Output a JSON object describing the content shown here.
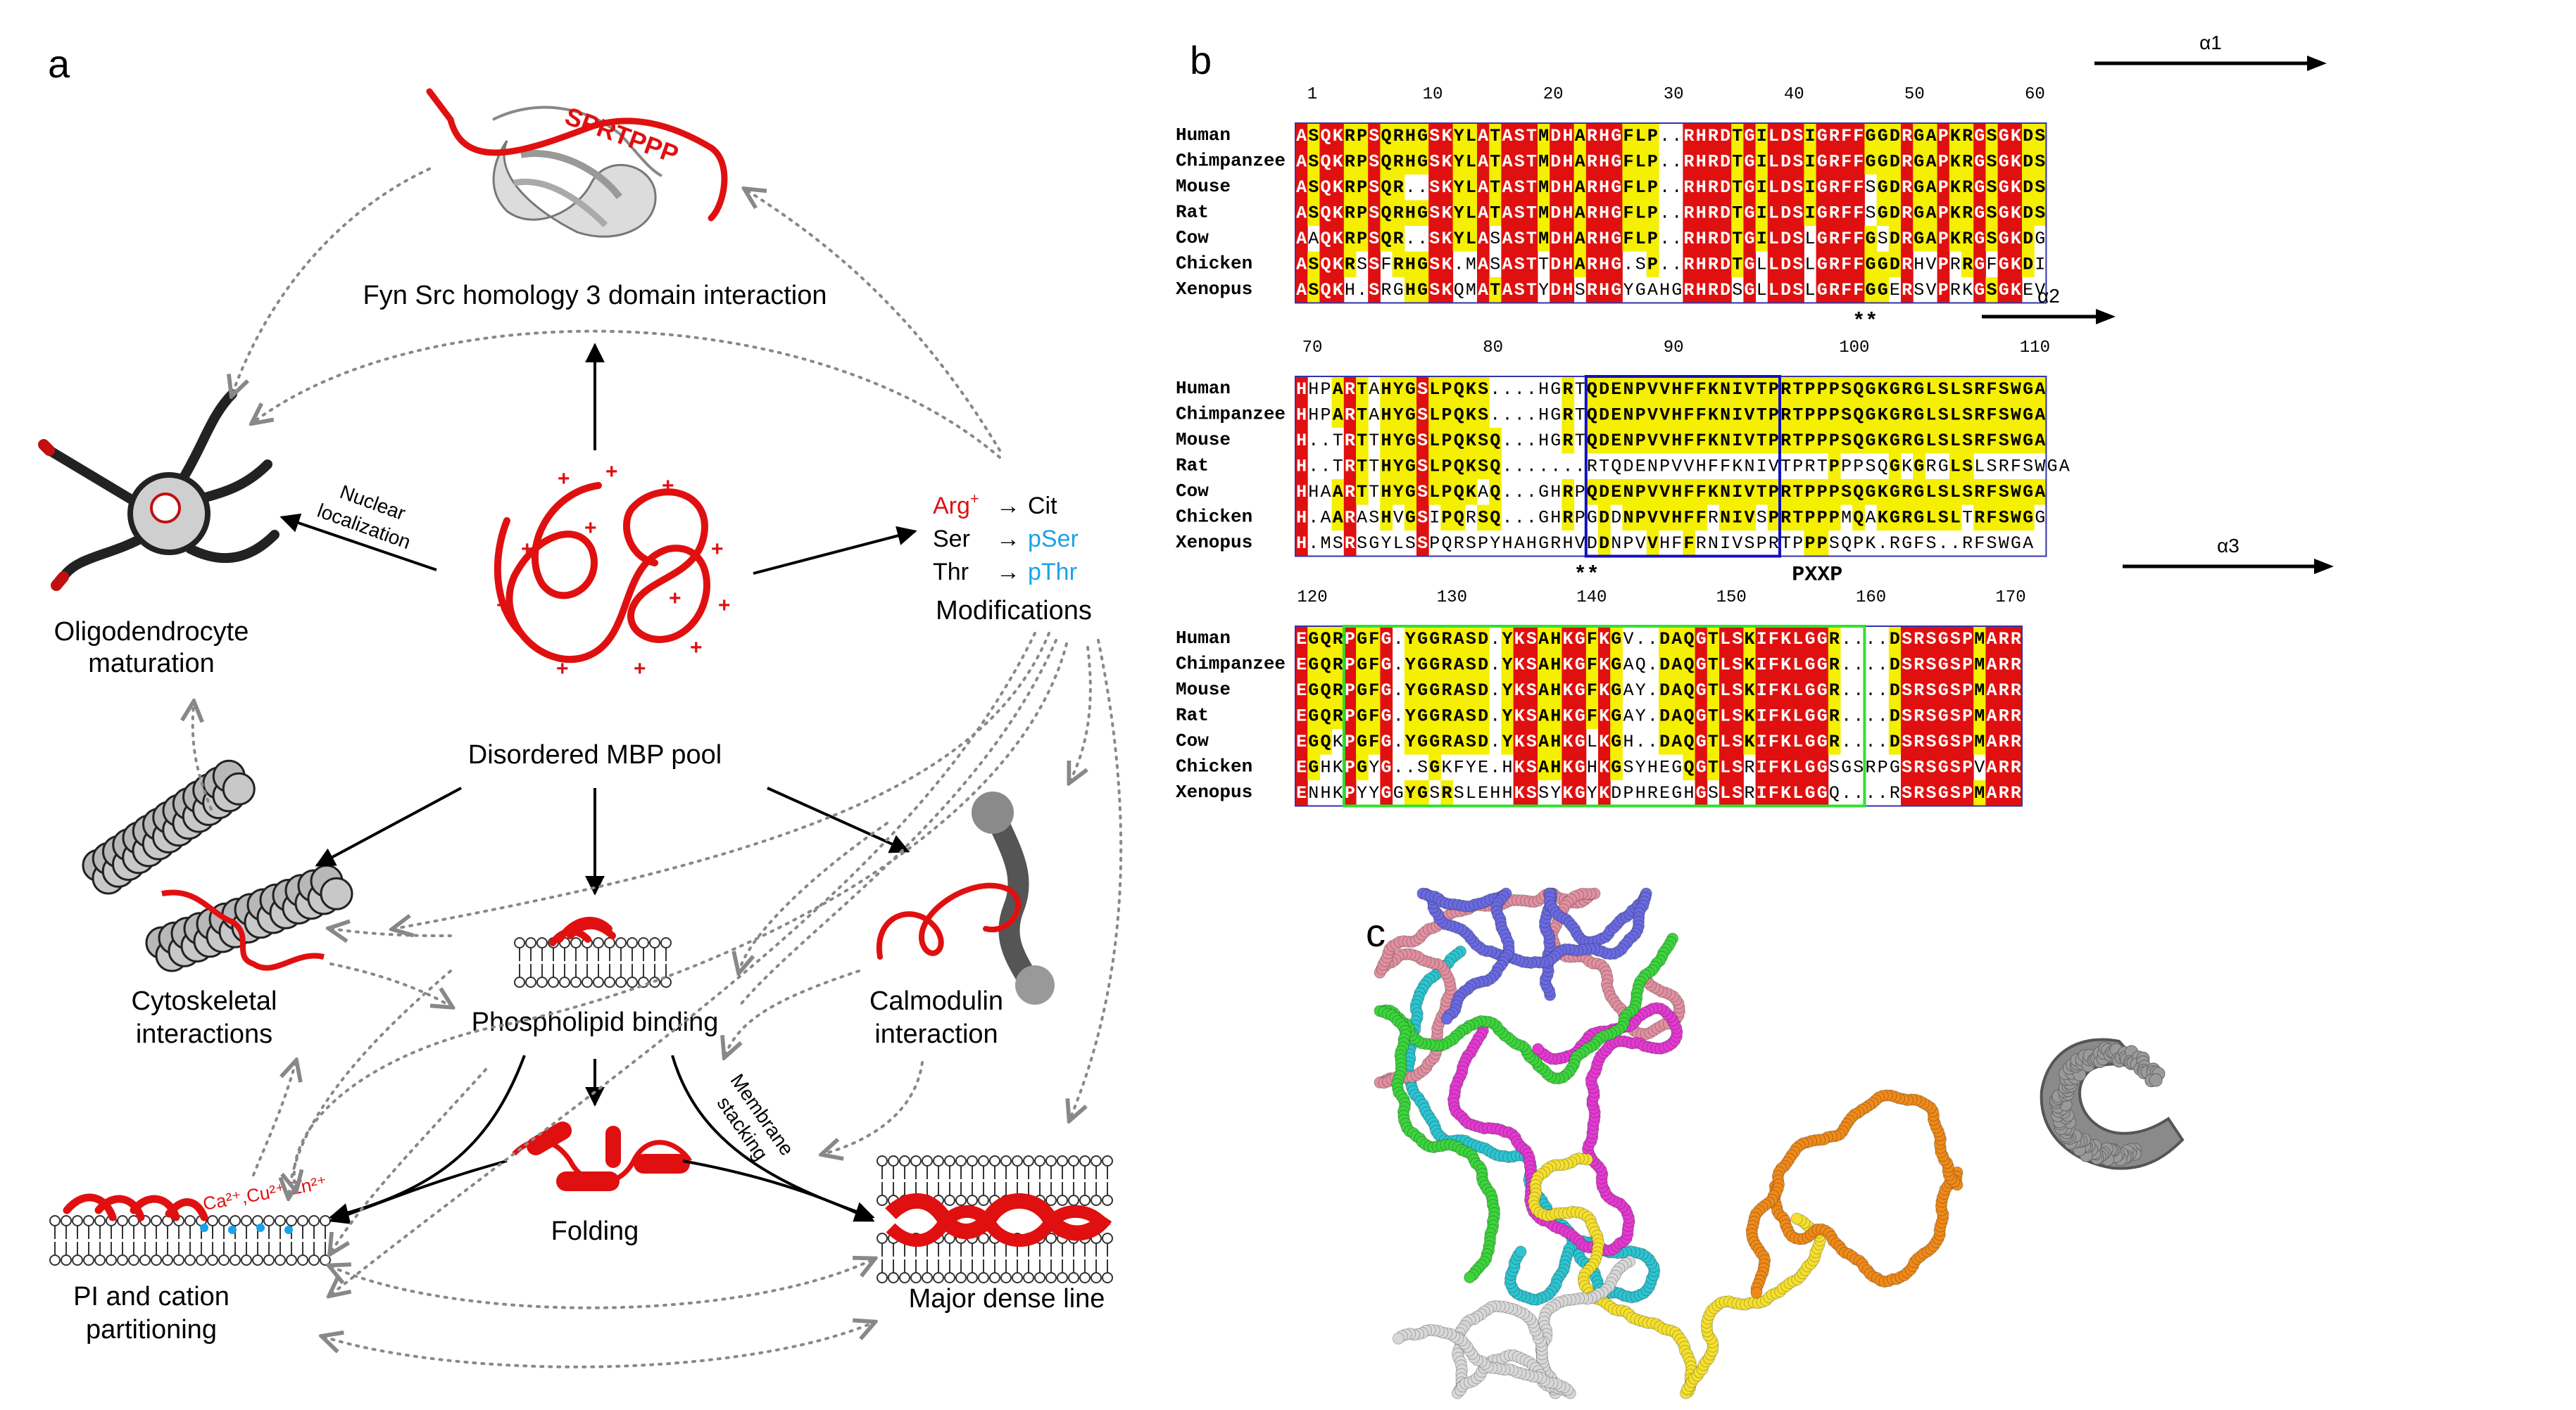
{
  "panel_a": {
    "label": "a",
    "fyn": "Fyn Src homology 3 domain interaction",
    "sh3_peptide": "SPRTPPP",
    "pool": "Disordered MBP pool",
    "oligo": [
      "Oligodendrocyte",
      "maturation"
    ],
    "nuclear": [
      "Nuclear",
      "localization"
    ],
    "modifications": {
      "title": "Modifications",
      "rows": [
        {
          "from": "Arg",
          "sup": "+",
          "arrow": "→",
          "to": "Cit",
          "to_color": "#000000"
        },
        {
          "from": "Ser",
          "sup": "",
          "arrow": "→",
          "to": "pSer",
          "to_color": "#1aa3e8"
        },
        {
          "from": "Thr",
          "sup": "",
          "arrow": "→",
          "to": "pThr",
          "to_color": "#1aa3e8"
        }
      ]
    },
    "cyto": [
      "Cytoskeletal",
      "interactions"
    ],
    "phospho": "Phospholipid binding",
    "calmodulin": [
      "Calmodulin",
      "interaction"
    ],
    "membrane_stacking": [
      "Membrane",
      "stacking"
    ],
    "folding": "Folding",
    "pi": [
      "PI and cation",
      "partitioning"
    ],
    "cations": "Ca²⁺,Cu²⁺,Zn²⁺",
    "mdl": "Major dense line"
  },
  "panel_b": {
    "label": "b",
    "species": [
      "Human",
      "Chimpanzee",
      "Mouse",
      "Rat",
      "Cow",
      "Chicken",
      "Xenopus"
    ],
    "blocks": [
      {
        "helix": "α1",
        "ticks": [
          "1",
          "10",
          "20",
          "30",
          "40",
          "50",
          "60"
        ],
        "rows": [
          "ASQKRPSQRHGSKYLATASTMDHARHGFLP..RHRDTGILDSIGRFFGGDRGAPKRGSGKDS",
          "ASQKRPSQRHGSKYLATASTMDHARHGFLP..RHRDTGILDSIGRFFGGDRGAPKRGSGKDS",
          "ASQKRPSQR..SKYLATASTMDHARHGFLP..RHRDTGILDSIGRFFSGDRGAPKRGSGKDS",
          "ASQKRPSQRHGSKYLATASTMDHARHGFLP..RHRDTGILDSIGRFFSGDRGAPKRGSGKDS",
          "AAQKRPSQR..SKYLASASTMDHARHGFLP..RHRDTGILDSLGRFFGSDRGAPKRGSGKDG",
          "ASQKRSSFRHGSK.MASASTTDHARHG.SP..RHRDTGLLDSLGRFFGGDRHVPRRGFGKDI",
          "ASQKH.SRGHGSKQMATASTYDHSRHGYGAHGRHRDSGLLDSLGRFFGGERSVPRKGSGKEV"
        ],
        "bottom": "**",
        "extra": ""
      },
      {
        "helix": "α2",
        "ticks": [
          "70",
          "80",
          "90",
          "100",
          "110"
        ],
        "rows": [
          "HHPARTAHYGSLPQKS....HGRTQDENPVVHFFKNIVTPRTPPPSQGKGRGLSLSRFSWGA",
          "HHPARTAHYGSLPQKS....HGRTQDENPVVHFFKNIVTPRTPPPSQGKGRGLSLSRFSWGA",
          "H..TRTTHYGSLPQKSQ...HGRTQDENPVVHFFKNIVTPRTPPPSQGKGRGLSLSRFSWGA",
          "H..TRTTHYGSLPQKSQ.......RTQDENPVVHFFKNIVTPRTPPPSQGKGRGLSLSRFSWGA",
          "HHAARTTHYGSLPQKAQ...GHRPQDENPVVHFFKNIVTPRTPPPSQGKGRGLSLSRFSWGA",
          "H.AARASHVGSIPQRSQ...GHRPGDDNPVVHFFRNIVSPRTPPPMQAKGRGLSLTRFSWGG",
          "H.MSRSGYLSSPQRSPYHAHGRHVDDNPVVHFFRNIVSPRTPPPSQPK.RGFS..RFSWGA"
        ],
        "bottom": "**",
        "extra": "PXXP"
      },
      {
        "helix": "α3",
        "ticks": [
          "120",
          "130",
          "140",
          "150",
          "160",
          "170"
        ],
        "rows": [
          "EGQRPGFG.YGGRASD.YKSAHKGFKGV..DAQGTLSKIFKLGGR....DSRSGSPMARR",
          "EGQRPGFG.YGGRASD.YKSAHKGFKGAQ.DAQGTLSKIFKLGGR....DSRSGSPMARR",
          "EGQRPGFG.YGGRASD.YKSAHKGFKGAY.DAQGTLSKIFKLGGR....DSRSGSPMARR",
          "EGQRPGFG.YGGRASD.YKSAHKGFKGAY.DAQGTLSKIFKLGGR....DSRSGSPMARR",
          "EGQKPGFG.YGGRASD.YKSAHKGLKGH..DAQGTLSKIFKLGGR....DSRSGSPMARR",
          "EGHKPGYG..SGKFYE.HKSAHKGHKGSYHEGQGTLSRIFKLGGSGSRPGSRSGSPVARR",
          "ENHKPYYGGYGSRSLEHHKSSYKGYKDPHREGHGSLSRIFKLGGQ....RSRSGSPMARR"
        ],
        "bottom": "",
        "extra": ""
      }
    ]
  },
  "panel_c": {
    "label": "c",
    "chain_colors": [
      "#2ec4d0",
      "#e090a0",
      "#e23ad0",
      "#6a6ae0",
      "#3dd43d",
      "#f5e030",
      "#ef8a1a",
      "#d8d8d8"
    ]
  }
}
